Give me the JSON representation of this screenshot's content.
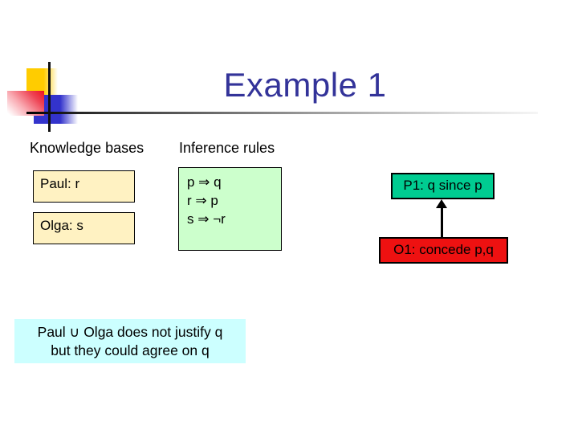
{
  "slide": {
    "title": "Example 1"
  },
  "columns": {
    "knowledge_bases_label": "Knowledge bases",
    "inference_rules_label": "Inference rules"
  },
  "knowledge_bases": [
    {
      "text": "Paul: r"
    },
    {
      "text": "Olga: s"
    }
  ],
  "inference_rules": {
    "lines": [
      "p ⇒ q",
      "r ⇒ p",
      "s ⇒ ¬r"
    ]
  },
  "dialogue": {
    "proponent": "P1: q since p",
    "opponent": "O1: concede p,q"
  },
  "note": {
    "line1": "Paul ∪ Olga does not justify q",
    "line2": "but they could agree on q"
  },
  "colors": {
    "title_text": "#333399",
    "kb_box_fill": "#FFF2C2",
    "rules_box_fill": "#CCFFCC",
    "proponent_fill": "#00CC91",
    "opponent_fill": "#EE1111",
    "note_fill": "#CCFFFF",
    "decoration_yellow": "#FFCC00",
    "decoration_red": "#EE1122",
    "decoration_blue": "#3333CC"
  }
}
